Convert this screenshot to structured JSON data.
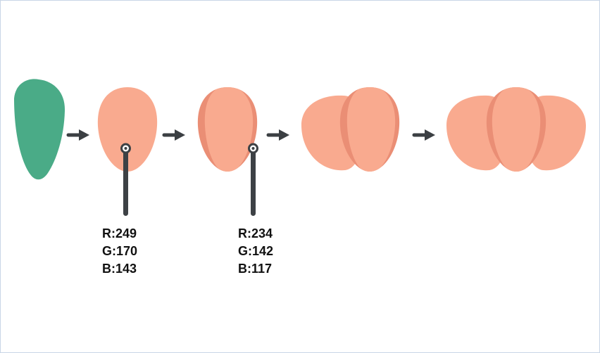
{
  "colors": {
    "green_shape": "#4aab87",
    "base_fill": "#f9aa8f",
    "shade_fill": "#ea8e75",
    "arrow": "#3b3f43",
    "pointer": "#3d4145"
  },
  "icons": [
    "arrow-right-icon",
    "color-picker-pointer-icon"
  ],
  "readouts": [
    {
      "r": "R:249",
      "g": "G:170",
      "b": "B:143"
    },
    {
      "r": "R:234",
      "g": "G:142",
      "b": "B:117"
    }
  ]
}
